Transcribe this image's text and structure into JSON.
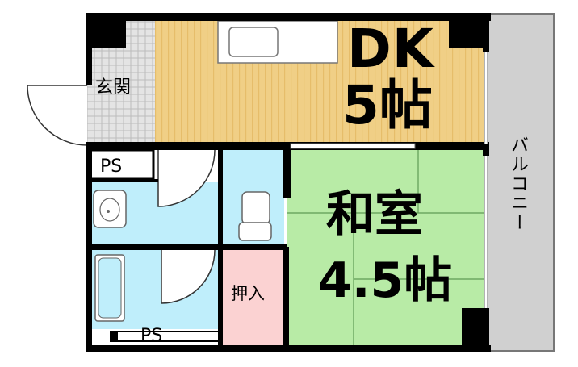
{
  "floor_plan": {
    "entrance_label": "玄関",
    "dk_name": "DK",
    "dk_size": "5帖",
    "ps_top_label": "PS",
    "ps_bottom_label": "PS",
    "closet_label": "押入",
    "washitsu_name": "和室",
    "washitsu_size": "4.5帖",
    "balcony_label": "バルコニー"
  },
  "colors": {
    "dk_floor": "#f0cf86",
    "dk_floor_stripe": "#e6bd6a",
    "washitsu_floor": "#b8eba6",
    "wet_area": "#bfeefb",
    "closet": "#fbd2d2",
    "balcony": "#d0d0d0",
    "entrance_tile": "#e4e4e4",
    "wall": "#000000"
  }
}
